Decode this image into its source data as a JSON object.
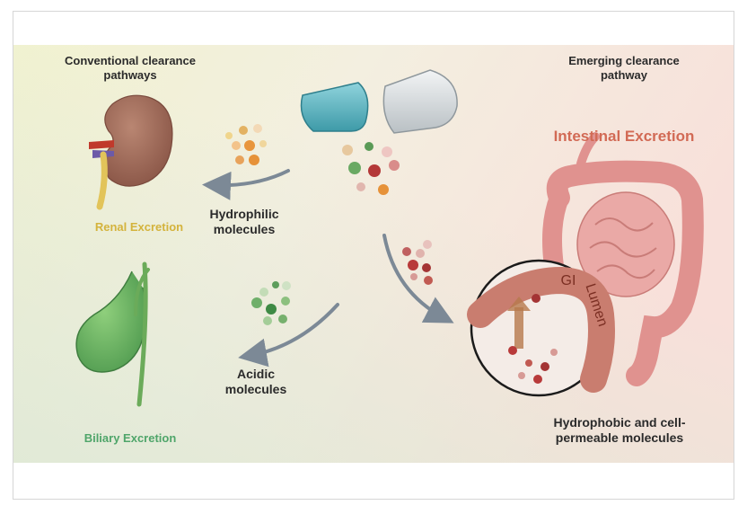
{
  "header": {
    "conventional": "Conventional clearance pathways",
    "emerging": "Emerging clearance pathway"
  },
  "pathways": {
    "intestinal_title": "Intestinal Excretion",
    "renal_title": "Renal Excretion",
    "biliary_title": "Biliary Excretion"
  },
  "molecules": {
    "hydrophilic": "Hydrophilic molecules",
    "acidic": "Acidic molecules",
    "hydrophobic": "Hydrophobic and cell-permeable molecules"
  },
  "inset": {
    "gi": "GI",
    "lumen": "Lumen"
  },
  "colors": {
    "renal": "#d4b33c",
    "biliary": "#4fa56a",
    "intestinal": "#d26a55",
    "arrow": "#6f7e8b"
  },
  "icons": [
    "capsule-icon",
    "kidney-icon",
    "gallbladder-icon",
    "intestine-icon",
    "magnifier-inset-icon"
  ]
}
